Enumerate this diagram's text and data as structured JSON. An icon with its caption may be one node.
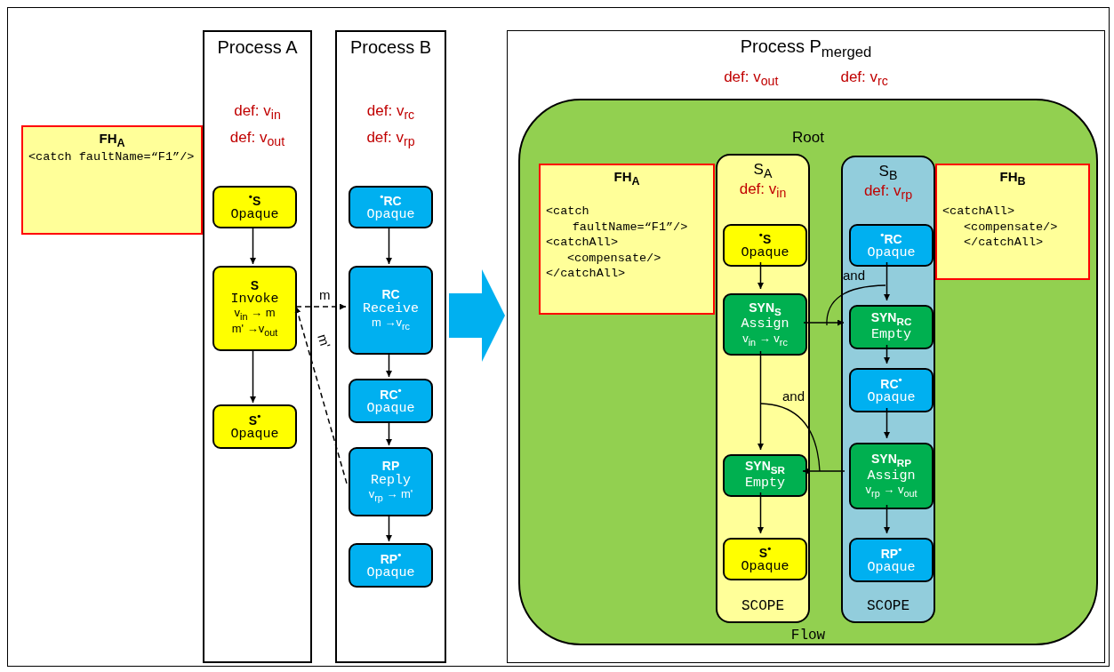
{
  "diagram": {
    "nodes": [
      {
        "text": [
          "Process A",
          "def: v$_{in}$",
          "def: v$_{out}$"
        ]
      },
      {
        "text": [
          "Process B",
          "def: v$_{rc}$",
          "def: v$_{rp}$"
        ]
      },
      {
        "text": [
          "FH$_{A}$",
          "<catch faultName=“F1”/>"
        ]
      },
      {
        "text": [
          "$^{•}$S",
          "Opaque"
        ],
        "in": 0
      },
      {
        "text": [
          "S",
          "Invoke",
          "v$_{in}$ → m",
          "m' →v$_{out}$"
        ],
        "in": 0
      },
      {
        "text": [
          "S$^{•}$",
          "Opaque"
        ],
        "in": 0
      },
      {
        "text": [
          "$^{•}$RC",
          "Opaque"
        ],
        "in": 1
      },
      {
        "text": [
          "RC",
          "Receive",
          "m →v$_{rc}$"
        ],
        "in": 1
      },
      {
        "text": [
          "RC$^{•}$",
          "Opaque"
        ],
        "in": 1
      },
      {
        "text": [
          "RP",
          "Reply",
          "v$_{rp}$ → m'"
        ],
        "in": 1
      },
      {
        "text": [
          "RP$^{•}$",
          "Opaque"
        ],
        "in": 1
      },
      {
        "text": [
          "Process P$_{merged}$",
          "def: v$_{out}$",
          "def: v$_{rc}$"
        ]
      },
      {
        "text": [
          "Root",
          "Flow"
        ],
        "in": 11
      },
      {
        "text": [
          "FH$_{A}$",
          "<catch faultName=“F1”/>",
          "<catchAll>",
          "<compensate/>",
          "</catchAll>"
        ],
        "in": 12
      },
      {
        "text": [
          "S$_{A}$",
          "def: v$_{in}$",
          "SCOPE"
        ],
        "in": 12
      },
      {
        "text": [
          "$^{•}$S",
          "Opaque"
        ],
        "in": 14
      },
      {
        "text": [
          "SYN$_{S}$",
          "Assign",
          "v$_{in}$ → v$_{rc}$"
        ],
        "in": 14
      },
      {
        "text": [
          "SYN$_{SR}$",
          "Empty"
        ],
        "in": 14
      },
      {
        "text": [
          "S$^{•}$",
          "Opaque"
        ],
        "in": 14
      },
      {
        "text": [
          "S$_{B}$",
          "def: v$_{rp}$",
          "SCOPE"
        ],
        "in": 12
      },
      {
        "text": [
          "$^{•}$RC",
          "Opaque"
        ],
        "in": 19
      },
      {
        "text": [
          "SYN$_{RC}$",
          "Empty"
        ],
        "in": 19
      },
      {
        "text": [
          "RC$^{•}$",
          "Opaque"
        ],
        "in": 19
      },
      {
        "text": [
          "SYN$_{RP}$",
          "Assign",
          "v$_{rp}$ → v$_{out}$"
        ],
        "in": 19
      },
      {
        "text": [
          "RP$^{•}$",
          "Opaque"
        ],
        "in": 19
      },
      {
        "text": [
          "FH$_{B}$",
          "<catchAll>",
          "<compensate/>",
          "</catchAll>"
        ],
        "in": 12
      }
    ],
    "edges": [
      {
        "from": 3,
        "to": 4,
        "arrow": "to"
      },
      {
        "from": 4,
        "to": 5,
        "arrow": "to"
      },
      {
        "from": 6,
        "to": 7,
        "arrow": "to"
      },
      {
        "from": 7,
        "to": 8,
        "arrow": "to"
      },
      {
        "from": 8,
        "to": 9,
        "arrow": "to"
      },
      {
        "from": 9,
        "to": 10,
        "arrow": "to"
      },
      {
        "from": 4,
        "to": 7,
        "arrow": "to",
        "label": "m",
        "style": "dashed"
      },
      {
        "from": 9,
        "to": 4,
        "arrow": "to",
        "label": "m'",
        "style": "dashed"
      },
      {
        "from": 1,
        "to": 11,
        "arrow": "to",
        "style": "thick",
        "color": "#00b0f0"
      },
      {
        "from": 15,
        "to": 16,
        "arrow": "to"
      },
      {
        "from": 16,
        "to": 17,
        "arrow": "to"
      },
      {
        "from": 17,
        "to": 18,
        "arrow": "to"
      },
      {
        "from": 20,
        "to": 21,
        "arrow": "to"
      },
      {
        "from": 21,
        "to": 22,
        "arrow": "to"
      },
      {
        "from": 22,
        "to": 23,
        "arrow": "to"
      },
      {
        "from": 23,
        "to": 24,
        "arrow": "to"
      },
      {
        "from": 16,
        "to": 21,
        "arrow": "to"
      },
      {
        "from": 23,
        "to": 17,
        "arrow": "to"
      }
    ],
    "labels": [
      "and",
      "and"
    ]
  }
}
